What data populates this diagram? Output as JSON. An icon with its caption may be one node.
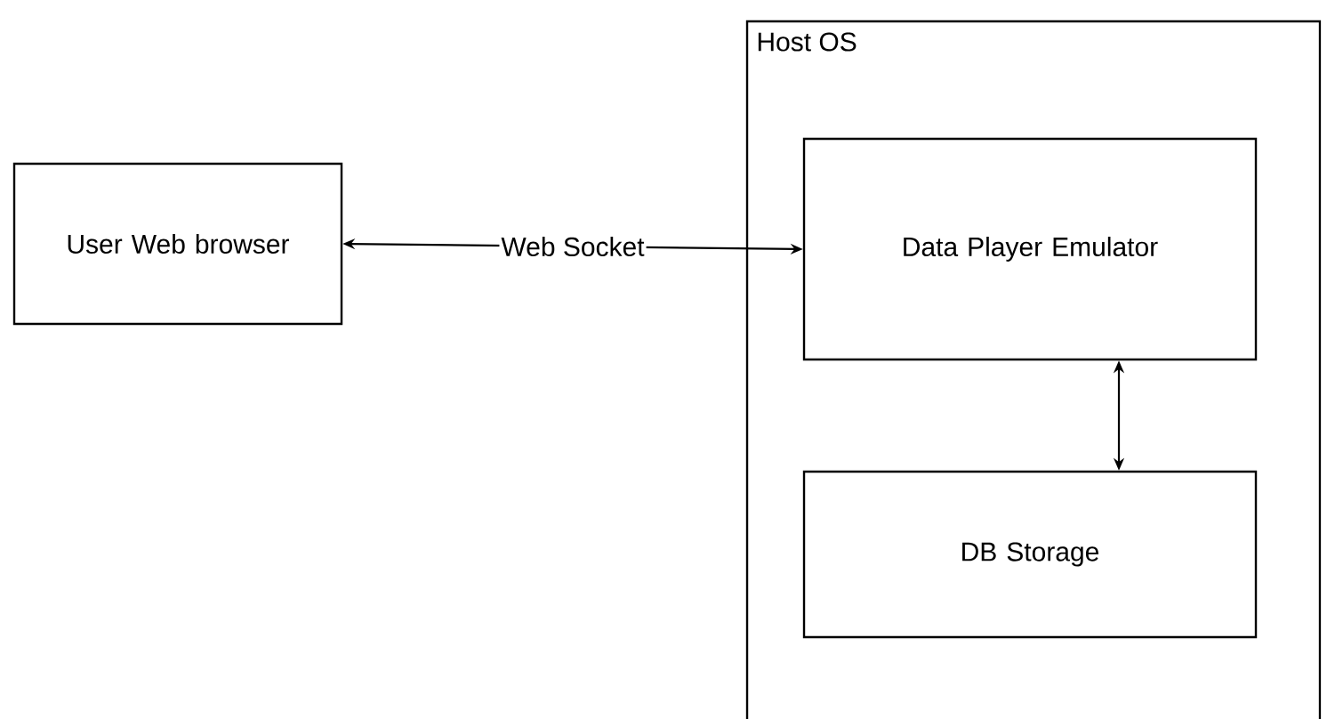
{
  "diagram": {
    "nodes": [
      {
        "text": [
          "Host OS"
        ]
      },
      {
        "text": [
          "User Web browser"
        ]
      },
      {
        "text": [
          "Data Player Emulator"
        ],
        "in": 0
      },
      {
        "text": [
          "DB Storage"
        ],
        "in": 0
      }
    ],
    "edges": [
      {
        "from": 1,
        "to": 2,
        "arrow": "both",
        "label": "Web Socket"
      },
      {
        "from": 2,
        "to": 3,
        "arrow": "both"
      }
    ]
  }
}
